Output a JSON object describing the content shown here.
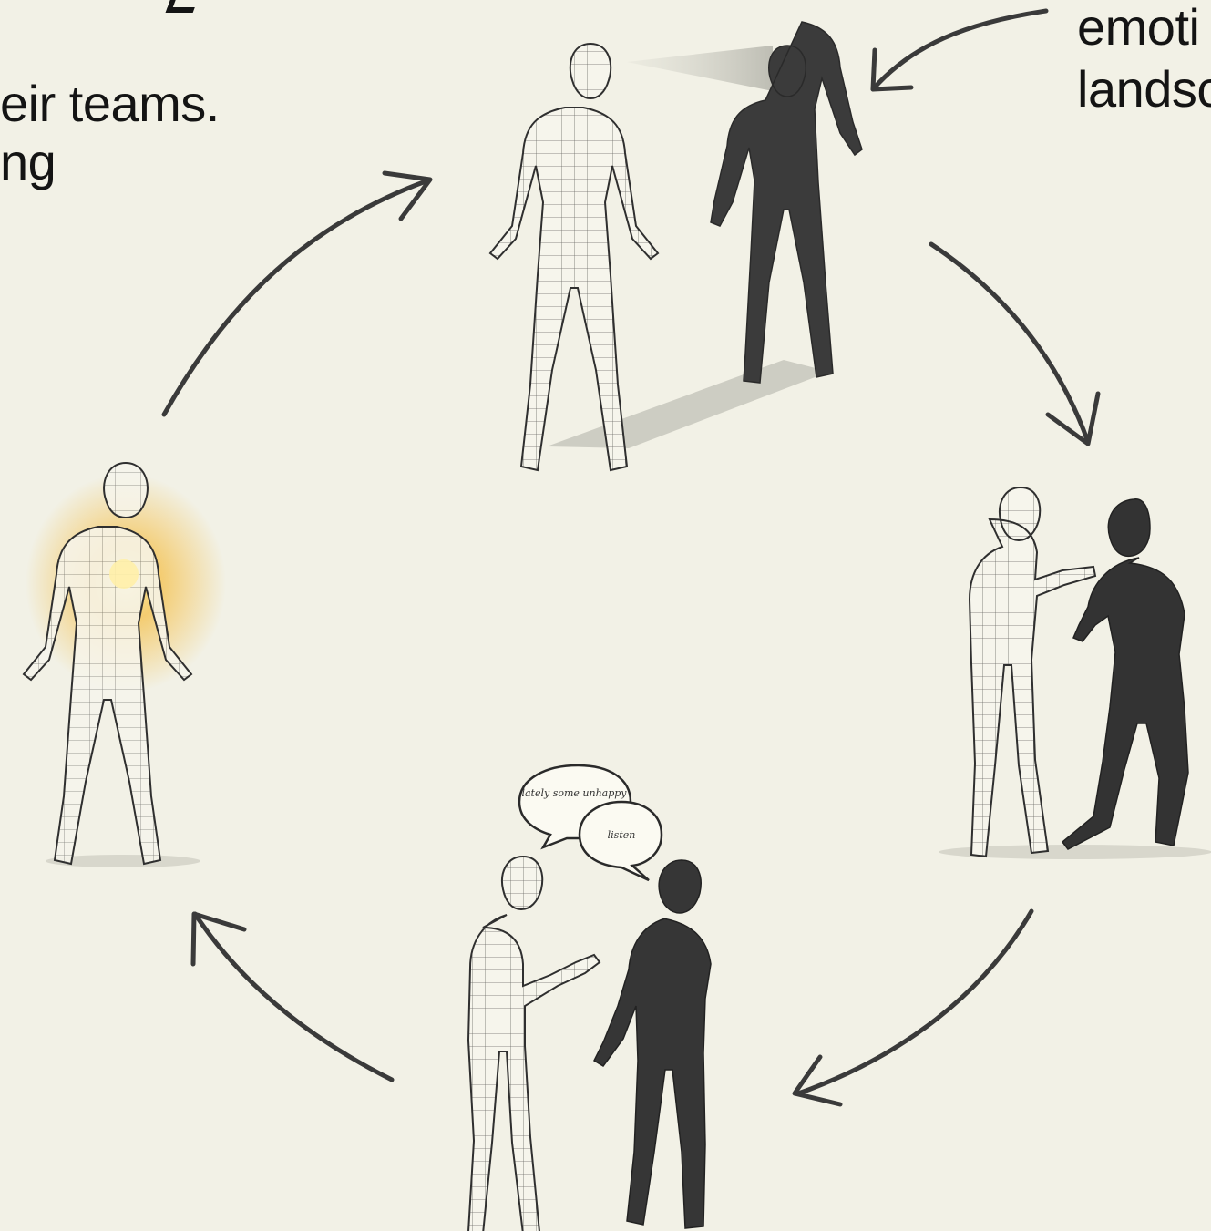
{
  "text_fragments": {
    "top_left_line1": "eir teams.",
    "top_left_line2": "ng",
    "top_right_line1": "emoti",
    "top_right_line2": "landsc"
  },
  "speech_bubbles": {
    "bubble_1": "lately some  unhappy",
    "bubble_2": "listen"
  },
  "colors": {
    "background": "#f2f1e6",
    "ink": "#2a2a2a",
    "shadow_figure": "#333333",
    "glow": "#f4c04a"
  },
  "icons": [
    "wireframe-person-icon",
    "shadow-person-icon",
    "curved-arrow-icon",
    "speech-bubble-icon",
    "heart-glow-icon"
  ]
}
